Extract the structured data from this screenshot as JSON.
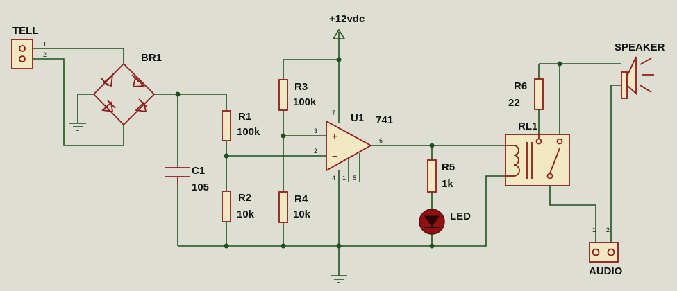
{
  "supply": {
    "label": "+12vdc"
  },
  "tell": {
    "ref": "TELL",
    "pin1": "1",
    "pin2": "2"
  },
  "bridge": {
    "ref": "BR1"
  },
  "capacitor": {
    "ref": "C1",
    "value": "105"
  },
  "r1": {
    "ref": "R1",
    "value": "100k"
  },
  "r2": {
    "ref": "R2",
    "value": "10k"
  },
  "r3": {
    "ref": "R3",
    "value": "100k"
  },
  "r4": {
    "ref": "R4",
    "value": "10k"
  },
  "r5": {
    "ref": "R5",
    "value": "1k"
  },
  "r6": {
    "ref": "R6",
    "value": "22"
  },
  "opamp": {
    "ref": "U1",
    "value": "741",
    "plus": "+",
    "minus": "−",
    "pin7": "7",
    "pin3": "3",
    "pin2": "2",
    "pin6": "6",
    "pin4": "4",
    "pin1": "1",
    "pin5": "5"
  },
  "led": {
    "ref": "LED"
  },
  "relay": {
    "ref": "RL1"
  },
  "speaker": {
    "ref": "SPEAKER"
  },
  "audio": {
    "ref": "AUDIO",
    "pin1": "1",
    "pin2": "2"
  },
  "colors": {
    "wire": "#1f4f1f",
    "component": "#8e1b1b",
    "body": "#f2e8c2",
    "background": "#dedfd2"
  }
}
